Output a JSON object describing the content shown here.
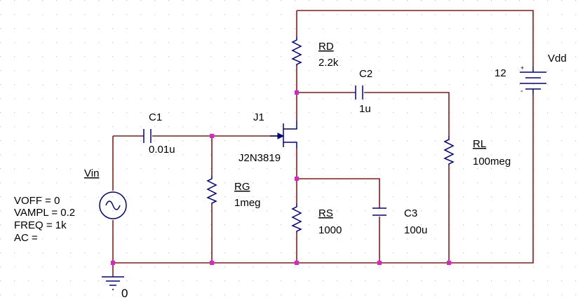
{
  "colors": {
    "wire": "#8b1a1a",
    "component": "#000080",
    "junction": "#e020c8",
    "text": "#000000",
    "background": "#ffffff",
    "grid_dots": "#c8c8c8"
  },
  "components": {
    "vin": {
      "name": "Vin",
      "params": [
        "VOFF = 0",
        "VAMPL = 0.2",
        "FREQ = 1k",
        "AC ="
      ]
    },
    "c1": {
      "name": "C1",
      "value": "0.01u"
    },
    "rg": {
      "name": "RG",
      "value": "1meg"
    },
    "j1": {
      "name": "J1",
      "model": "J2N3819"
    },
    "rd": {
      "name": "RD",
      "value": "2.2k"
    },
    "c2": {
      "name": "C2",
      "value": "1u"
    },
    "rl": {
      "name": "RL",
      "value": "100meg"
    },
    "rs": {
      "name": "RS",
      "value": "1000"
    },
    "c3": {
      "name": "C3",
      "value": "100u"
    },
    "vdd": {
      "name": "Vdd",
      "value": "12",
      "plus": "+",
      "minus": "-"
    },
    "ground": {
      "label": "0"
    }
  }
}
